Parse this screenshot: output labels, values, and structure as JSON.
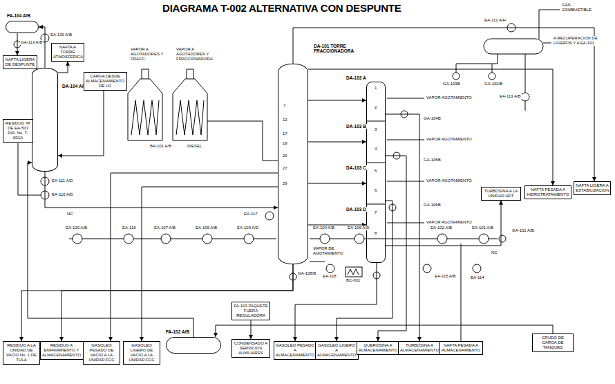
{
  "diagram": {
    "title": "DIAGRAMA T-002 ALTERNATIVA CON DESPUNTE",
    "nodes": [
      {
        "text": [
          "FA-104 A/B"
        ]
      },
      {
        "text": [
          "NAFTA LIGERA DE DESPUNTE"
        ]
      },
      {
        "text": [
          "NAFTA A TORRE ATMOSFERICA"
        ]
      },
      {
        "text": [
          "DA-104 A/B"
        ]
      },
      {
        "text": [
          "CARGA DESDE ALMACENAMIENTO DE LD"
        ]
      },
      {
        "text": [
          "RESIDUO 'M' DE EA-501 DIA. No. T-001A"
        ]
      },
      {
        "text": [
          "DA-101 TORRE FRACCIONADORA"
        ]
      },
      {
        "text": [
          "DA-103 A",
          "DA-103 B",
          "DA-103 C",
          "DA-103 D"
        ]
      },
      {
        "text": [
          "TURBOSINA A LA UNIDAD HDT"
        ]
      },
      {
        "text": [
          "NAFTA PESADA A HIDROTRATAMIENTO"
        ]
      },
      {
        "text": [
          "NAFTA LIGERA A ESTABILIZACION"
        ]
      },
      {
        "text": [
          "FA-103 PAQUETE FUERA REGULADORA"
        ]
      },
      {
        "text": [
          "FA-102 A/B"
        ]
      },
      {
        "text": [
          "RESIDUO A LA UNIDAD DE VACIO No. 1 DE TULA"
        ]
      },
      {
        "text": [
          "RESIDUO A ENFRIAMIENTO Y ALMACENAMIENTO"
        ]
      },
      {
        "text": [
          "GASOLEO PESADO DE VACIO A LA UNIDAD FCC"
        ]
      },
      {
        "text": [
          "GASOLEO LIGERO DE VACIO A LA UNIDAD FCC"
        ]
      },
      {
        "text": [
          "CONDENSADO A SERVICIOS AUXILIARES"
        ]
      },
      {
        "text": [
          "GASOLEO PESADO A ALMACENAMIENTO"
        ]
      },
      {
        "text": [
          "GASOLEO LIGERO A ALMACENAMIENTO"
        ]
      },
      {
        "text": [
          "QUEROSINA A ALMACENAMIENTO"
        ]
      },
      {
        "text": [
          "TURBOSINA A ALMACENAMIENTO"
        ]
      },
      {
        "text": [
          "NAFTA PESADA A ALMACENAMIENTO"
        ]
      },
      {
        "text": [
          "CRUDO DE CARGA DE TANQUES"
        ]
      }
    ],
    "edges": [
      {
        "from": 3,
        "to": 0,
        "arrow": "to"
      },
      {
        "from": 0,
        "to": 1,
        "arrow": "to"
      },
      {
        "from": 3,
        "to": 2,
        "arrow": "to"
      },
      {
        "from": 4,
        "to": 3,
        "arrow": "to"
      },
      {
        "from": 12,
        "to": 3,
        "arrow": "to"
      },
      {
        "from": 3,
        "to": 6,
        "arrow": "to"
      },
      {
        "from": 6,
        "to": 7,
        "arrow": "to"
      },
      {
        "from": 6,
        "to": 7,
        "arrow": "to"
      },
      {
        "from": 6,
        "to": 7,
        "arrow": "to"
      },
      {
        "from": 6,
        "to": 7,
        "arrow": "to"
      },
      {
        "from": 6,
        "to": 10,
        "arrow": "to"
      },
      {
        "from": 6,
        "to": 9,
        "arrow": "to"
      },
      {
        "from": 7,
        "to": 21,
        "arrow": "to"
      },
      {
        "from": 7,
        "to": 20,
        "arrow": "to"
      },
      {
        "from": 7,
        "to": 19,
        "arrow": "to"
      },
      {
        "from": 7,
        "to": 18,
        "arrow": "to"
      },
      {
        "from": 7,
        "to": 8,
        "arrow": "to"
      },
      {
        "from": 6,
        "to": 13,
        "arrow": "to"
      },
      {
        "from": 6,
        "to": 14,
        "arrow": "to"
      },
      {
        "from": 6,
        "to": 15,
        "arrow": "to"
      },
      {
        "from": 6,
        "to": 16,
        "arrow": "to"
      },
      {
        "from": 23,
        "to": 12,
        "arrow": "to"
      },
      {
        "from": 11,
        "to": 17,
        "arrow": "to"
      }
    ],
    "labels": [
      "EA-130 A/B",
      "GA-113 A/B",
      "BA-101 A/B",
      "VAPOR A AGOTADORES Y FRACC.",
      "VAPOR A AGOTADORES Y FRACCIONADORA",
      "DIESEL",
      "7",
      "13",
      "17",
      "19",
      "20",
      "27",
      "29",
      "VAPOR DE AGOTAMIENTO",
      "1",
      "2",
      "3",
      "4",
      "5",
      "6",
      "7",
      "8",
      "VAPOR AGOTAMIENTO",
      "VAPOR AGOTAMIENTO",
      "VAPOR AGOTAMIENTO",
      "VAPOR AGOTAMIENTO",
      "GA-104B",
      "GA-105B",
      "GA-106B",
      "GA-108/B",
      "EA-112 A/H",
      "GAS COMBUSTIBLE",
      "A RECUPERACION DE LIGEROS Y A EA-101",
      "GA-103B",
      "GA-102/B",
      "EA-113 A/B",
      "EA-111 A/D",
      "EA-116 A/D",
      "EA-120 A/B",
      "EA-119",
      "EA-107 A/B",
      "EA-105 A/B",
      "EA-103 A/D",
      "EA-104 A/B",
      "EA-106 A/D",
      "EA-102 A/B",
      "EA-101 A/B",
      "EA-117",
      "EA-118",
      "BC-001",
      "EA-115 A/B",
      "EA-114",
      "GA-101 A/B",
      "NC",
      "NC"
    ]
  }
}
